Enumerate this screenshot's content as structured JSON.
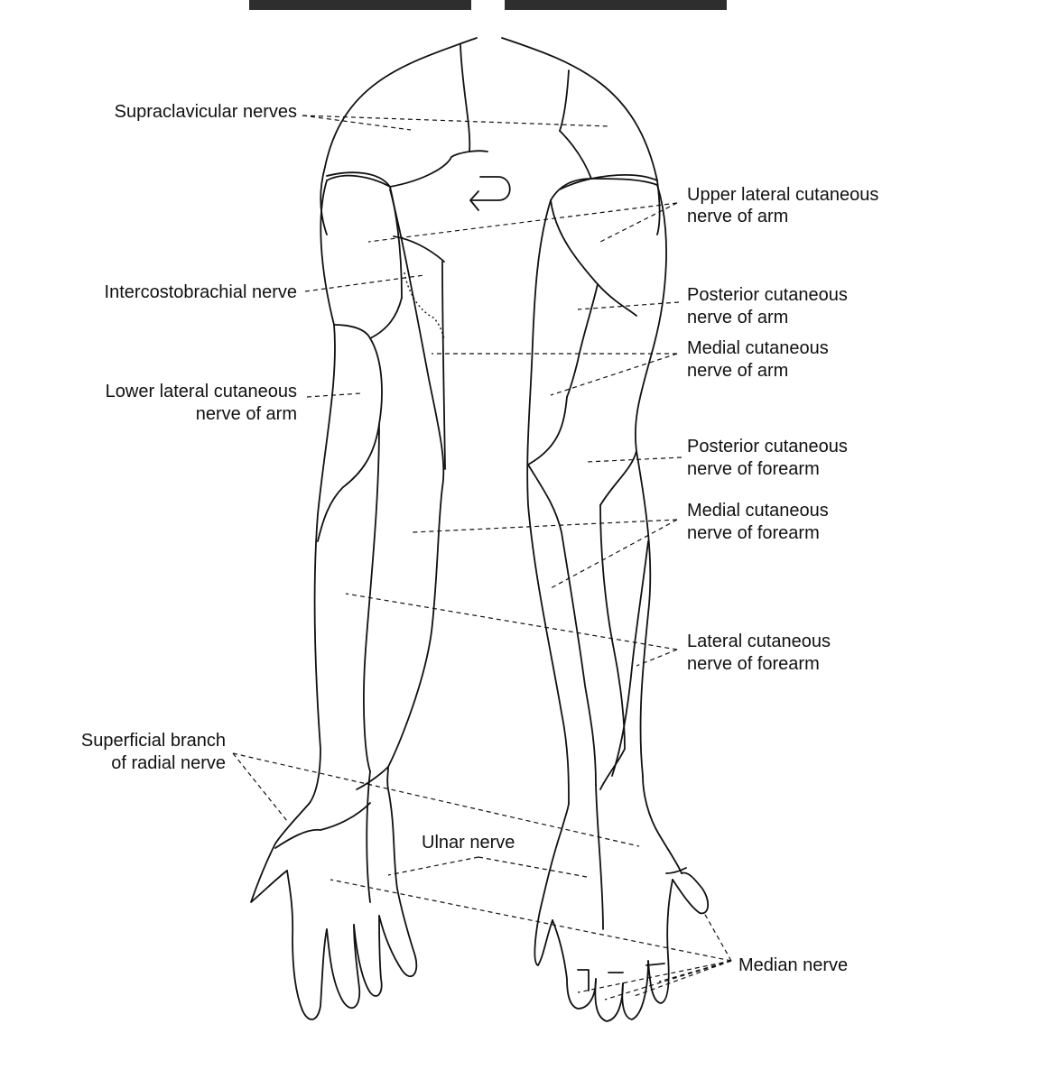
{
  "labels": {
    "supraclavicular": "Supraclavicular nerves",
    "intercostobrachial": "Intercostobrachial nerve",
    "lower_lateral_1": "Lower lateral cutaneous",
    "lower_lateral_2": "nerve of arm",
    "superficial_radial_1": "Superficial branch",
    "superficial_radial_2": "of radial nerve",
    "upper_lateral_1": "Upper lateral cutaneous",
    "upper_lateral_2": "nerve of arm",
    "posterior_arm_1": "Posterior cutaneous",
    "posterior_arm_2": "nerve of arm",
    "medial_arm_1": "Medial cutaneous",
    "medial_arm_2": "nerve of arm",
    "posterior_forearm_1": "Posterior cutaneous",
    "posterior_forearm_2": "nerve of forearm",
    "medial_forearm_1": "Medial cutaneous",
    "medial_forearm_2": "nerve of forearm",
    "lateral_forearm_1": "Lateral cutaneous",
    "lateral_forearm_2": "nerve of forearm",
    "ulnar": "Ulnar nerve",
    "median": "Median nerve"
  },
  "icons": {
    "rotation": "rotate-arrow-icon"
  }
}
